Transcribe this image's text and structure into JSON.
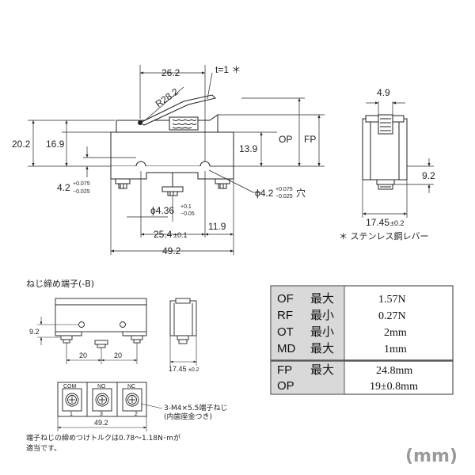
{
  "main_view": {
    "dims": {
      "d26_2": "26.2",
      "t1": "t=1 ＊",
      "r28_2": "R28.2",
      "d20_2": "20.2",
      "d16_9": "16.9",
      "d13_9": "13.9",
      "op": "OP",
      "fp": "FP",
      "d4_2": "4.2",
      "d4_2_tol_up": "+0.075",
      "d4_2_tol_dn": "−0.025",
      "phi4_36": "ϕ4.36",
      "phi4_36_tol_up": "+0.1",
      "phi4_36_tol_dn": "−0.05",
      "phi4_2": "ϕ4.2",
      "phi4_2_tol_up": "+0.075",
      "phi4_2_tol_dn": "−0.025",
      "hole_suffix": "穴",
      "d25_4": "25.4",
      "d25_4_tol": "±0.1",
      "d11_9": "11.9",
      "d49_2": "49.2"
    }
  },
  "side_view": {
    "dims": {
      "d4_9": "4.9",
      "d9_2": "9.2",
      "d17_45": "17.45",
      "d17_45_tol": "±0.2"
    },
    "note": "＊ ステンレス鋼レバー"
  },
  "screw_terminal": {
    "title": "ねじ締め端子(-B)",
    "dims": {
      "d9_2": "9.2",
      "d20a": "20",
      "d20b": "20",
      "d17_45": "17.45",
      "d17_45_tol": "±0.2",
      "d49_2": "49.2"
    },
    "terminals": [
      {
        "name": "COM",
        "number": "1"
      },
      {
        "name": "NO",
        "number": "3"
      },
      {
        "name": "NC",
        "number": "2"
      }
    ],
    "screw_note_1": "3-M4×5.5端子ねじ",
    "screw_note_2": "(内歯座金つき)",
    "torque_note_1": "端子ねじの締めつけトルクは0.78〜1.18N･mが",
    "torque_note_2": "適当です。"
  },
  "spec_table": {
    "group1": [
      {
        "key": "OF",
        "qual": "最大",
        "value": "1.57N"
      },
      {
        "key": "RF",
        "qual": "最小",
        "value": "0.27N"
      },
      {
        "key": "OT",
        "qual": "最小",
        "value": "2mm"
      },
      {
        "key": "MD",
        "qual": "最大",
        "value": "1mm"
      }
    ],
    "group2": [
      {
        "key": "FP",
        "qual": "最大",
        "value": "24.8mm"
      },
      {
        "key": "OP",
        "qual": "",
        "value": "19±0.8mm"
      }
    ]
  },
  "unit_label": "(mm)"
}
